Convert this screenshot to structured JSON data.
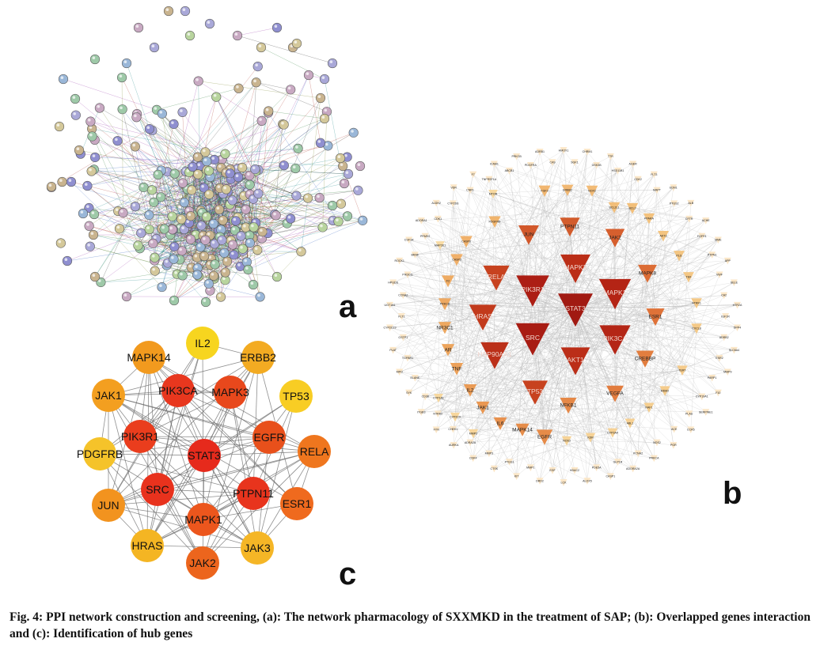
{
  "panels": {
    "a": {
      "letter": "a"
    },
    "b": {
      "letter": "b"
    },
    "c": {
      "letter": "c"
    }
  },
  "caption": "Fig. 4: PPI network construction and screening, (a): The network pharmacology of SXXMKD in the treatment of SAP; (b): Overlapped genes interaction and (c): Identification of hub genes",
  "panel_c": {
    "nodes": [
      {
        "label": "IL2",
        "color": "#f7d51f"
      },
      {
        "label": "MAPK14",
        "color": "#f29a1e"
      },
      {
        "label": "ERBB2",
        "color": "#f3ab22"
      },
      {
        "label": "JAK1",
        "color": "#f39f20"
      },
      {
        "label": "PIK3CA",
        "color": "#e8371e"
      },
      {
        "label": "MAPK3",
        "color": "#e8481c"
      },
      {
        "label": "TP53",
        "color": "#f8cd24"
      },
      {
        "label": "PIK3R1",
        "color": "#ea3d1d"
      },
      {
        "label": "EGFR",
        "color": "#e8501b"
      },
      {
        "label": "PDGFRB",
        "color": "#f5c32a"
      },
      {
        "label": "STAT3",
        "color": "#e62a1c"
      },
      {
        "label": "RELA",
        "color": "#ef761e"
      },
      {
        "label": "SRC",
        "color": "#e8321d"
      },
      {
        "label": "PTPN11",
        "color": "#e8341d"
      },
      {
        "label": "JUN",
        "color": "#f2931f"
      },
      {
        "label": "ESR1",
        "color": "#ef6a1e"
      },
      {
        "label": "MAPK1",
        "color": "#ec561d"
      },
      {
        "label": "HRAS",
        "color": "#f4b523"
      },
      {
        "label": "JAK3",
        "color": "#f5b626"
      },
      {
        "label": "JAK2",
        "color": "#ec651d"
      }
    ]
  },
  "panel_b": {
    "hubs": [
      {
        "label": "STAT3",
        "color": "#a11a12"
      },
      {
        "label": "SRC",
        "color": "#a81c13"
      },
      {
        "label": "PIK3R1",
        "color": "#ac1e14"
      },
      {
        "label": "MAPK1",
        "color": "#b42415"
      },
      {
        "label": "PIK3CA",
        "color": "#b42616"
      },
      {
        "label": "MAPK3",
        "color": "#bb2e17"
      },
      {
        "label": "AKT1",
        "color": "#bb2e18"
      },
      {
        "label": "HSP90AA1",
        "color": "#bb3019"
      },
      {
        "label": "HRAS",
        "color": "#c23a1c"
      },
      {
        "label": "RELA",
        "color": "#c7421f"
      },
      {
        "label": "TP53",
        "color": "#c7421f"
      },
      {
        "label": "JUN",
        "color": "#d2582b"
      },
      {
        "label": "PTPN11",
        "color": "#d25c2c"
      },
      {
        "label": "JAK2",
        "color": "#d65f2e"
      },
      {
        "label": "MAPK8",
        "color": "#dc6c34"
      },
      {
        "label": "ESR1",
        "color": "#df7238"
      },
      {
        "label": "CREBBP",
        "color": "#e27e3f"
      },
      {
        "label": "VEGFA",
        "color": "#e27c3e"
      },
      {
        "label": "NFKB1",
        "color": "#e58847"
      },
      {
        "label": "EGFR",
        "color": "#e68b48"
      },
      {
        "label": "MAPK14",
        "color": "#e68d4a"
      },
      {
        "label": "IL6",
        "color": "#e8914e"
      },
      {
        "label": "JAK1",
        "color": "#e99752"
      },
      {
        "label": "IL2",
        "color": "#ea9b55"
      },
      {
        "label": "TNF",
        "color": "#eca15a"
      },
      {
        "label": "AR",
        "color": "#eda55d"
      },
      {
        "label": "NR3C1",
        "color": "#eda860"
      },
      {
        "label": "PRKCD",
        "color": "#eea962"
      },
      {
        "label": "F2",
        "color": "#eeab63"
      },
      {
        "label": "CASP3",
        "color": "#f0b06a"
      },
      {
        "label": "CASP8",
        "color": "#f0b16b"
      },
      {
        "label": "PDGFRB",
        "color": "#f0b46d"
      },
      {
        "label": "FGF2",
        "color": "#f1b670"
      },
      {
        "label": "ERBB2",
        "color": "#f1b873"
      },
      {
        "label": "NOX2",
        "color": "#f2bb76"
      },
      {
        "label": "BCL2L1",
        "color": "#f2be79"
      },
      {
        "label": "BCL2",
        "color": "#f2bf7a"
      },
      {
        "label": "PPARA",
        "color": "#f3c27e"
      },
      {
        "label": "AKT2",
        "color": "#f3c480"
      },
      {
        "label": "PLG",
        "color": "#f3c582"
      },
      {
        "label": "TEK",
        "color": "#f4c785"
      },
      {
        "label": "NTRK1",
        "color": "#f4c886"
      },
      {
        "label": "CXCL8",
        "color": "#f4c988"
      },
      {
        "label": "TERT",
        "color": "#f5cb8b"
      },
      {
        "label": "MDM2",
        "color": "#f5cc8c"
      },
      {
        "label": "RAF1",
        "color": "#f5ce8f"
      },
      {
        "label": "ABL1",
        "color": "#f6d092"
      },
      {
        "label": "CYP3A4",
        "color": "#f6d194"
      },
      {
        "label": "KDR",
        "color": "#f6d296"
      },
      {
        "label": "NOS3",
        "color": "#f6d397"
      },
      {
        "label": "MMP2",
        "color": "#f7d59a"
      },
      {
        "label": "CYP2C9",
        "color": "#f7d69c"
      },
      {
        "label": "CYP1A1",
        "color": "#f7d89f"
      },
      {
        "label": "MTOR",
        "color": "#f7d9a1"
      },
      {
        "label": "MAP2K1",
        "color": "#f8dba4"
      }
    ],
    "ring_labels": [
      "HMOX1",
      "SGK1",
      "CHRM1",
      "GSK3B",
      "TTR",
      "HSD11B1",
      "AGER",
      "CDK2",
      "FLT3",
      "MAPT",
      "EDN1",
      "PTGS2",
      "ALB",
      "CFTR",
      "ACHE",
      "FGFR1",
      "MME",
      "PTPN1",
      "APP",
      "VWF",
      "SELE",
      "CA2",
      "HTR2A",
      "IGF1R",
      "DPP4",
      "ADRB2",
      "SLC6A4",
      "ESR2",
      "MMP9",
      "PARP1",
      "F10",
      "CYP19A1",
      "SERPINE1",
      "PLAU",
      "CCR5",
      "ACE",
      "PGR",
      "NOS2",
      "PRKCA",
      "KCNH2",
      "ADORA2A",
      "GLP1R",
      "CASP1",
      "PDE5A",
      "ALOX5",
      "HDAC2",
      "LCK",
      "EGF",
      "DRD2",
      "MMP1",
      "KIT",
      "PTGS1",
      "CTSK",
      "MMP3",
      "CDK4",
      "ADRA2A",
      "AURKA",
      "CHEK1",
      "FYN",
      "NTRK2",
      "ITGB3",
      "CD38",
      "SYK",
      "ELANE",
      "MPO",
      "TGFBR1",
      "PLAT",
      "GSTP1",
      "CYP2C19",
      "FLT1",
      "UGT1A1",
      "CCNA2",
      "HPGDS",
      "PIK3CG",
      "ROCK1",
      "BRAF",
      "CSF1R",
      "PPARG",
      "ADORA1",
      "CDK1",
      "ALDH2",
      "CYP2D6",
      "VDR",
      "CNR1",
      "F7",
      "TNFRSF1A",
      "ICAM1",
      "ABCB1",
      "PRKCB",
      "PDGFRA",
      "ADRB1",
      "CA9"
    ]
  }
}
